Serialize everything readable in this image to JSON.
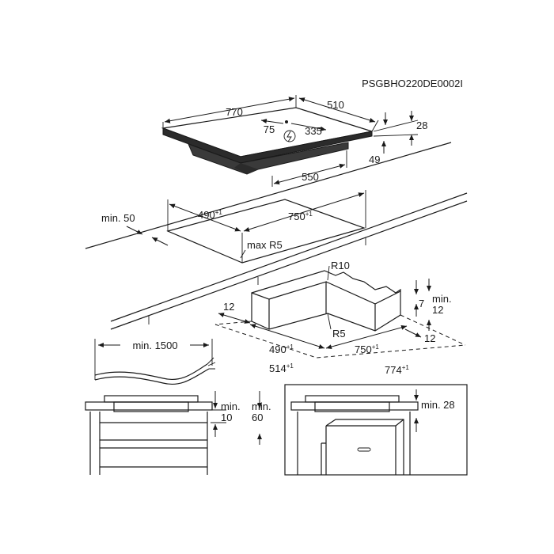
{
  "figure_code": "PSGBHO220DE0002I",
  "hob": {
    "width": "770",
    "depth": "510",
    "height": "28",
    "conn_left": "75",
    "conn_right": "335",
    "lower_width": "550",
    "lower_height": "49"
  },
  "cutout": {
    "depth": "490",
    "width": "750",
    "tolerance": "+1",
    "min_front_label": "min. 50",
    "radius_label": "max R5"
  },
  "corner": {
    "r10": "R10",
    "r5": "R5",
    "edge_left": "12",
    "edge_right": "12",
    "side_value": "7",
    "min_label": "min.",
    "min_value": "12",
    "depth": "490",
    "width": "750",
    "outer_depth": "514",
    "outer_width": "774",
    "tolerance": "+1"
  },
  "cable": {
    "length_label": "min. 1500"
  },
  "drawer": {
    "min_label_a": "min.",
    "value_a": "10",
    "min_label_b": "min.",
    "value_b": "60"
  },
  "oven": {
    "min_label": "min. 28"
  },
  "colors": {
    "line": "#1a1a1a",
    "background": "#ffffff",
    "hob_top": "#2b2b2b",
    "hob_glass": "#ffffff"
  }
}
